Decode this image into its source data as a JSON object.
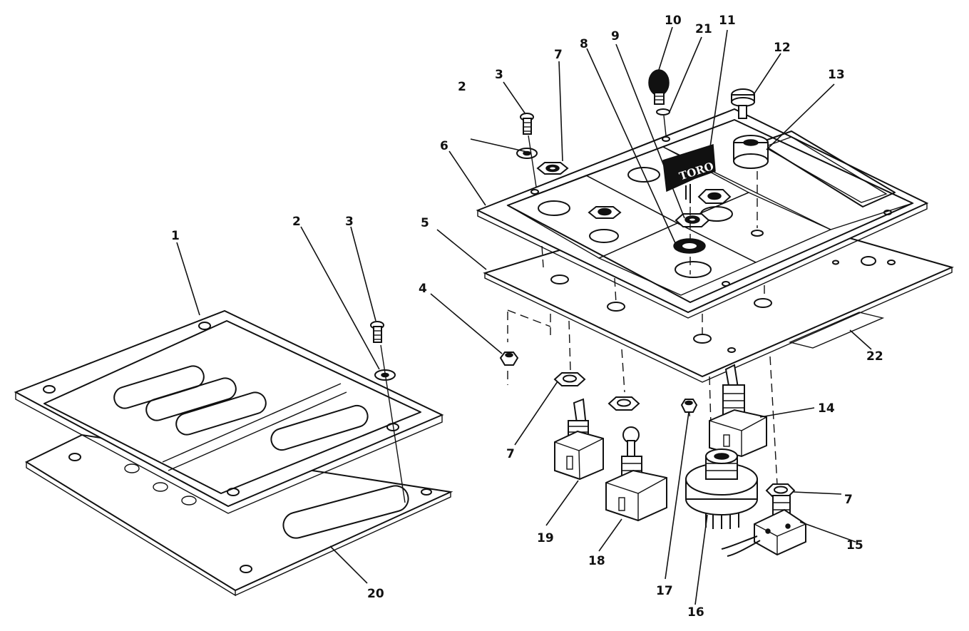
{
  "diagram": {
    "callouts": {
      "c1": "1",
      "c2_left": "2",
      "c3_left": "3",
      "c20": "20",
      "c2_right": "2",
      "c3_right": "3",
      "c4": "4",
      "c5": "5",
      "c6": "6",
      "c7_top": "7",
      "c7_left": "7",
      "c7_right": "7",
      "c8": "8",
      "c9": "9",
      "c10": "10",
      "c11": "11",
      "c12": "12",
      "c13": "13",
      "c14": "14",
      "c15": "15",
      "c16": "16",
      "c17": "17",
      "c18": "18",
      "c19": "19",
      "c21": "21",
      "c22": "22"
    },
    "key_label": "TORO"
  }
}
